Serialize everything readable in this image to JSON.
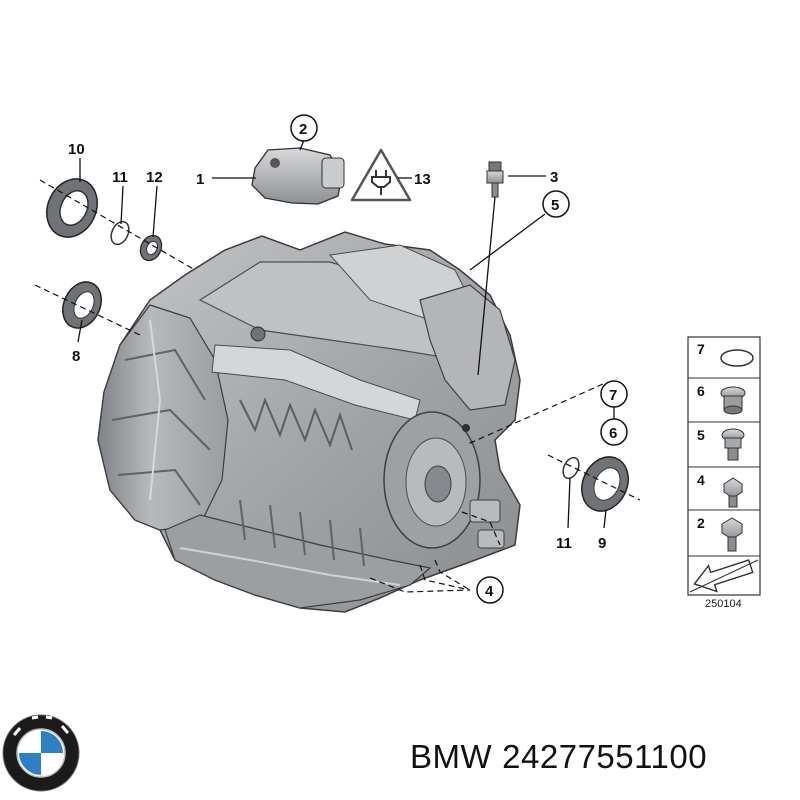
{
  "callouts": {
    "c1": "1",
    "c2": "2",
    "c3": "3",
    "c4": "4",
    "c5": "5",
    "c6": "6",
    "c7": "7",
    "c8": "8",
    "c9": "9",
    "c10": "10",
    "c11a": "11",
    "c11b": "11",
    "c12": "12",
    "c13": "13"
  },
  "legend": {
    "items": [
      "7",
      "6",
      "5",
      "4",
      "2"
    ]
  },
  "reference_code": "250104",
  "caption": {
    "brand": "BMW",
    "part_number": "24277551100"
  },
  "logo": {
    "text": "BMW",
    "colors": {
      "blue": "#2f7fc4",
      "white": "#ffffff",
      "ring": "#1a1a1a"
    }
  },
  "colors": {
    "housing": "#a9abae",
    "housing_dark": "#7d8084",
    "housing_light": "#c9cbcd",
    "line": "#111111"
  }
}
